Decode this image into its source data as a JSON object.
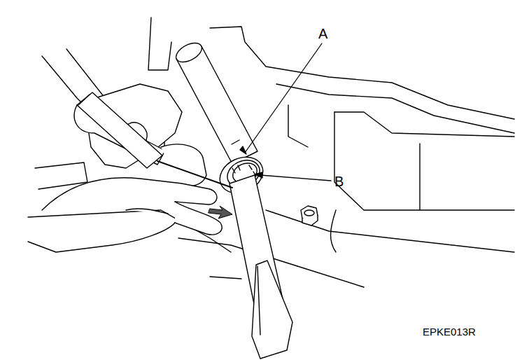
{
  "diagram": {
    "labels": [
      "A",
      "B",
      "EPKE013R"
    ]
  }
}
